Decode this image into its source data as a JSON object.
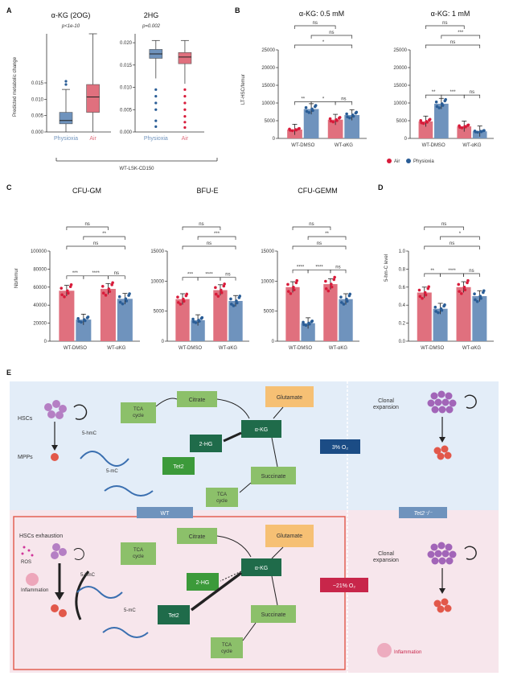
{
  "colors": {
    "air": "#e0707e",
    "physioxia": "#6f93bd",
    "air_point": "#d81b3a",
    "physioxia_point": "#2a5d96",
    "panel_top_bg": "#e3edf8",
    "panel_bottom_bg": "#f7e6ec",
    "box_green": "#8cc06a",
    "box_darkgreen": "#1f6b4a",
    "box_orange": "#f6c074",
    "border_red": "#e2584a"
  },
  "panelA": {
    "letter": "A",
    "ylabel": "Predicted metabolic change",
    "group_label": "WT-LSK-CD150",
    "charts": [
      {
        "title": "α-KG (2OG)",
        "p": "p<1e-10",
        "categories": [
          "Physioxia",
          "Air"
        ],
        "yticks": [
          "0.000",
          "0.005",
          "0.010",
          "0.015"
        ]
      },
      {
        "title": "2HG",
        "p": "p=0.002",
        "categories": [
          "Physioxia",
          "Air"
        ],
        "yticks": [
          "0.000",
          "0.005",
          "0.010",
          "0.015",
          "0.020"
        ]
      }
    ]
  },
  "panelB": {
    "letter": "B",
    "ylabel": "LT-HSC/femur",
    "charts": [
      {
        "title": "α-KG: 0.5 mM",
        "categories": [
          "WT-DMSO",
          "WT-αKG"
        ],
        "yticks": [
          "0",
          "5000",
          "10000",
          "15000",
          "20000",
          "25000"
        ],
        "sig": [
          "*",
          "ns",
          "ns",
          "**",
          "*",
          "ns"
        ]
      },
      {
        "title": "α-KG: 1 mM",
        "categories": [
          "WT-DMSO",
          "WT-αKG"
        ],
        "yticks": [
          "0",
          "5000",
          "10000",
          "15000",
          "20000",
          "25000"
        ],
        "sig": [
          "ns",
          "***",
          "ns",
          "**",
          "***",
          "ns"
        ]
      }
    ],
    "legend": [
      {
        "name": "Air"
      },
      {
        "name": "Physioxia"
      }
    ]
  },
  "panelC": {
    "letter": "C",
    "ylabel": "Nb/femur",
    "charts": [
      {
        "title": "CFU-GM",
        "yticks": [
          "0",
          "20000",
          "40000",
          "60000",
          "80000",
          "100000"
        ],
        "categories": [
          "WT-DMSO",
          "WT-αKG"
        ],
        "sig": [
          "ns",
          "**",
          "ns",
          "***",
          "****",
          "ns"
        ]
      },
      {
        "title": "BFU-E",
        "yticks": [
          "0",
          "5000",
          "10000",
          "15000"
        ],
        "categories": [
          "WT-DMSO",
          "WT-αKG"
        ],
        "sig": [
          "ns",
          "***",
          "ns",
          "***",
          "****",
          "ns"
        ]
      },
      {
        "title": "CFU-GEMM",
        "yticks": [
          "0",
          "5000",
          "10000",
          "15000"
        ],
        "categories": [
          "WT-DMSO",
          "WT-αKG"
        ],
        "sig": [
          "ns",
          "**",
          "ns",
          "****",
          "****",
          "ns"
        ]
      }
    ]
  },
  "panelD": {
    "letter": "D",
    "ylabel": "5-hm-C level",
    "yticks": [
      "0.0",
      "0.2",
      "0.4",
      "0.6",
      "0.8",
      "1.0"
    ],
    "categories": [
      "WT-DMSO",
      "WT-αKG"
    ],
    "sig": [
      "ns",
      "*",
      "ns",
      "**",
      "****",
      "ns"
    ]
  },
  "chart_data": [
    {
      "type": "box",
      "panel": "A",
      "title": "α-KG (2OG)",
      "categories": [
        "Physioxia",
        "Air"
      ],
      "series": [
        {
          "name": "Physioxia",
          "median": 0.0035,
          "q1": 0.0025,
          "q3": 0.006,
          "whisker_low": 0.0,
          "whisker_high": 0.013
        },
        {
          "name": "Air",
          "median": 0.0107,
          "q1": 0.006,
          "q3": 0.0145,
          "whisker_low": 0.0,
          "whisker_high": 0.03
        }
      ],
      "ylim": [
        0,
        0.03
      ]
    },
    {
      "type": "box",
      "panel": "A",
      "title": "2HG",
      "categories": [
        "Physioxia",
        "Air"
      ],
      "series": [
        {
          "name": "Physioxia",
          "median": 0.0175,
          "q1": 0.0165,
          "q3": 0.0185,
          "whisker_low": 0.012,
          "whisker_high": 0.0205
        },
        {
          "name": "Air",
          "median": 0.0168,
          "q1": 0.0153,
          "q3": 0.0178,
          "whisker_low": 0.0108,
          "whisker_high": 0.0205
        }
      ],
      "ylim": [
        0,
        0.022
      ]
    },
    {
      "type": "bar",
      "panel": "B",
      "title": "α-KG: 0.5 mM",
      "categories": [
        "WT-DMSO",
        "WT-αKG"
      ],
      "series": [
        {
          "name": "Air",
          "values": [
            2500,
            5300
          ]
        },
        {
          "name": "Physioxia",
          "values": [
            8300,
            6600
          ]
        }
      ],
      "ylim": [
        0,
        25000
      ]
    },
    {
      "type": "bar",
      "panel": "B",
      "title": "α-KG: 1 mM",
      "categories": [
        "WT-DMSO",
        "WT-αKG"
      ],
      "series": [
        {
          "name": "Air",
          "values": [
            4800,
            3400
          ]
        },
        {
          "name": "Physioxia",
          "values": [
            9800,
            2000
          ]
        }
      ],
      "ylim": [
        0,
        25000
      ]
    },
    {
      "type": "bar",
      "panel": "C",
      "title": "CFU-GM",
      "categories": [
        "WT-DMSO",
        "WT-αKG"
      ],
      "series": [
        {
          "name": "Air",
          "values": [
            56000,
            58000
          ]
        },
        {
          "name": "Physioxia",
          "values": [
            24000,
            47000
          ]
        }
      ],
      "ylim": [
        0,
        100000
      ]
    },
    {
      "type": "bar",
      "panel": "C",
      "title": "BFU-E",
      "categories": [
        "WT-DMSO",
        "WT-αKG"
      ],
      "series": [
        {
          "name": "Air",
          "values": [
            7000,
            8500
          ]
        },
        {
          "name": "Physioxia",
          "values": [
            3500,
            6700
          ]
        }
      ],
      "ylim": [
        0,
        15000
      ]
    },
    {
      "type": "bar",
      "panel": "C",
      "title": "CFU-GEMM",
      "categories": [
        "WT-DMSO",
        "WT-αKG"
      ],
      "series": [
        {
          "name": "Air",
          "values": [
            9000,
            9500
          ]
        },
        {
          "name": "Physioxia",
          "values": [
            3000,
            7000
          ]
        }
      ],
      "ylim": [
        0,
        15000
      ]
    },
    {
      "type": "bar",
      "panel": "D",
      "title": "",
      "categories": [
        "WT-DMSO",
        "WT-αKG"
      ],
      "series": [
        {
          "name": "Air",
          "values": [
            0.54,
            0.6
          ]
        },
        {
          "name": "Physioxia",
          "values": [
            0.36,
            0.5
          ]
        }
      ],
      "ylim": [
        0,
        1.0
      ]
    }
  ],
  "panelE": {
    "letter": "E",
    "top": {
      "hscs": "HSCs",
      "mpps": "MPPs",
      "tca1": "TCA\ncycle",
      "citrate": "Citrate",
      "glutamate": "Glutamate",
      "akg": "α-KG",
      "twohg": "2-HG",
      "tet2": "Tet2",
      "succinate": "Succinate",
      "tca2": "TCA\ncycle",
      "hmc": "5-hmC",
      "mc": "5-mC",
      "oxygen": "3% O₂",
      "clonal": "Clonal\nexpansion",
      "wt": "WT",
      "tet2ko": "Tet2⁻/⁻"
    },
    "bottom": {
      "exhaustion": "HSCs exhaustion",
      "ros": "ROS",
      "inflammation": "Inflammation",
      "tca1": "TCA\ncycle",
      "citrate": "Citrate",
      "glutamate": "Glutamate",
      "akg": "α-KG",
      "twohg": "2-HG",
      "tet2": "Tet2",
      "succinate": "Succinate",
      "tca2": "TCA\ncycle",
      "hmc": "5-hmC",
      "mc": "5-mC",
      "oxygen": "~21% O₂",
      "clonal": "Clonal\nexpansion",
      "inflammation2": "Inflammation"
    }
  }
}
